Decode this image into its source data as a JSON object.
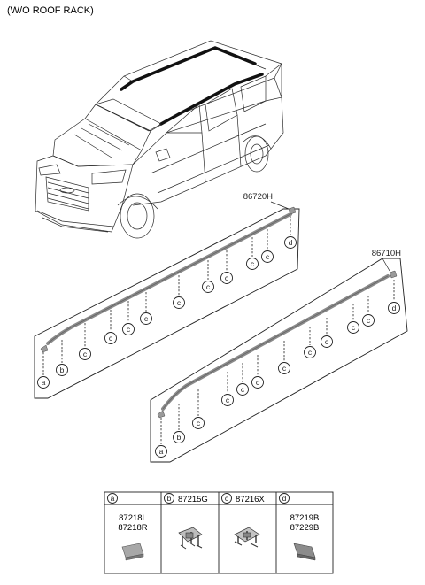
{
  "header": {
    "title": "(W/O ROOF RACK)"
  },
  "assemblies": [
    {
      "part_no": "86720H"
    },
    {
      "part_no": "86710H"
    }
  ],
  "callout_letters": {
    "a": "a",
    "b": "b",
    "c": "c",
    "d": "d"
  },
  "legend_table": {
    "columns": [
      {
        "letter": "a",
        "part_no": "",
        "part_lines": [
          "87218L",
          "87218R"
        ],
        "icon": "end-cap-icon"
      },
      {
        "letter": "b",
        "part_no": "87215G",
        "part_lines": [],
        "icon": "clip-icon"
      },
      {
        "letter": "c",
        "part_no": "87216X",
        "part_lines": [],
        "icon": "clip-icon"
      },
      {
        "letter": "d",
        "part_no": "",
        "part_lines": [
          "87219B",
          "87229B"
        ],
        "icon": "end-cap-icon"
      }
    ]
  },
  "colors": {
    "molding": "#8a8a8a",
    "line": "#222222",
    "roof_strip": "#111111"
  }
}
